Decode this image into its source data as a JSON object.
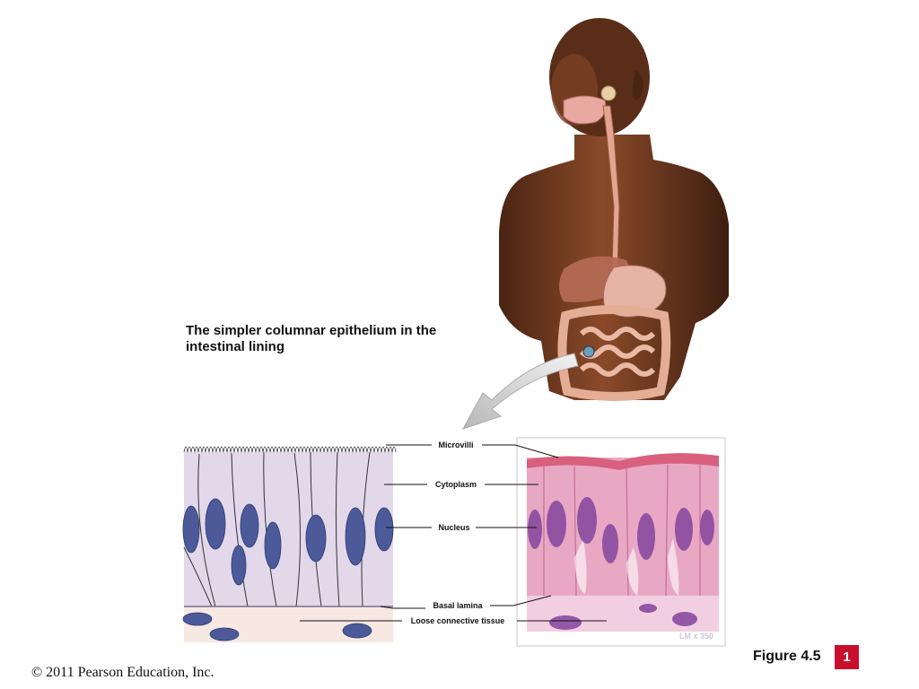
{
  "caption": "The simpler columnar epithelium in the intestinal lining",
  "labels": {
    "microvilli": "Microvilli",
    "cytoplasm": "Cytoplasm",
    "nucleus": "Nucleus",
    "basal_lamina": "Basal lamina",
    "loose_connective_tissue": "Loose connective tissue"
  },
  "magnification": "LM x 350",
  "figure_label": "Figure 4.5",
  "step_number": "1",
  "copyright": "© 2011 Pearson Education, Inc.",
  "colors": {
    "skin": "#7a3f22",
    "cytoplasm_drawing": "#e2d8ea",
    "nucleus": "#4c5a9a",
    "connective": "#f7e8e2",
    "stain": "#e8a8c4",
    "badge": "#c8102e"
  }
}
